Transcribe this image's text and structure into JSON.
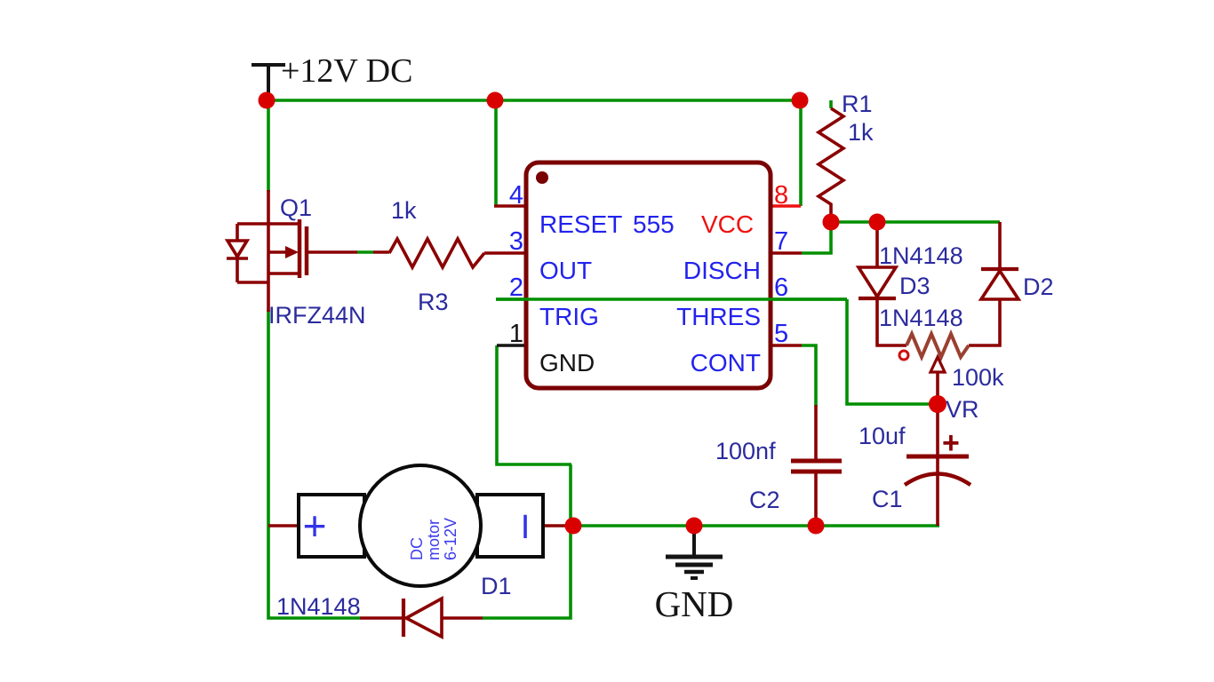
{
  "diagram": {
    "title": "555 timer PWM DC motor speed controller schematic",
    "type": "circuit-schematic"
  },
  "power": {
    "label": "+12V DC"
  },
  "ground": {
    "label": "GND"
  },
  "ic555": {
    "part": "555",
    "left_pins": [
      {
        "number": "4",
        "name": "RESET"
      },
      {
        "number": "3",
        "name": "OUT"
      },
      {
        "number": "2",
        "name": "TRIG"
      },
      {
        "number": "1",
        "name": "GND"
      }
    ],
    "right_pins": [
      {
        "number": "8",
        "name": "VCC"
      },
      {
        "number": "7",
        "name": "DISCH"
      },
      {
        "number": "6",
        "name": "THRES"
      },
      {
        "number": "5",
        "name": "CONT"
      }
    ]
  },
  "components": {
    "q1": {
      "ref": "Q1",
      "value": "IRFZ44N"
    },
    "r3": {
      "ref": "R3",
      "value": "1k"
    },
    "r1": {
      "ref": "R1",
      "value": "1k"
    },
    "d3": {
      "ref": "D3",
      "value": "1N4148"
    },
    "d2": {
      "ref": "D2",
      "value": "1N4148"
    },
    "vr": {
      "ref": "VR",
      "value": "100k"
    },
    "c1": {
      "ref": "C1",
      "value": "10uf",
      "polarity": "+"
    },
    "c2": {
      "ref": "C2",
      "value": "100nf"
    },
    "d1": {
      "ref": "D1",
      "value": "1N4148"
    }
  },
  "motor": {
    "line1": "DC",
    "line2": "motor",
    "line3": "6-12V",
    "plus_terminal": "+",
    "minus_terminal": "I"
  },
  "colors": {
    "wire_green": "#008f00",
    "wire_dark_red": "#8b0000",
    "bright_red": "#ee1111",
    "junction_red": "#d90000",
    "label_navy": "#2b2b9e",
    "ic_blue": "#2222ee",
    "pot_brown": "#9a4030",
    "black": "#141414"
  }
}
